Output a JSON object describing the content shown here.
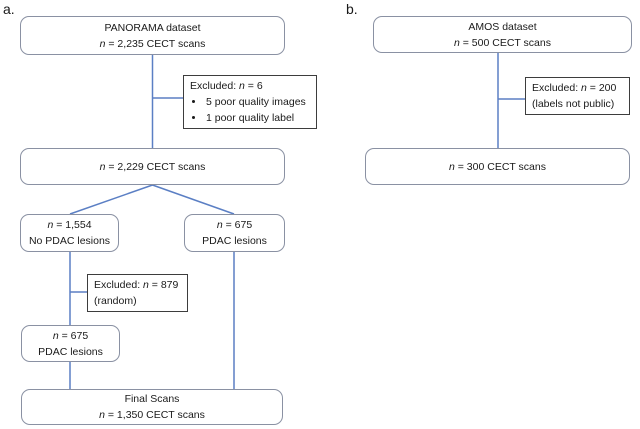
{
  "figure": {
    "panel_a_label": "a.",
    "panel_b_label": "b."
  },
  "panel_a": {
    "panorama": {
      "line1": "PANORAMA dataset",
      "line2": "n = 2,235 CECT scans"
    },
    "excluded_quality": {
      "title": "Excluded: n = 6",
      "bullets": [
        "5 poor quality images",
        "1 poor quality label"
      ]
    },
    "scans_2229": {
      "line1": "n = 2,229 CECT scans"
    },
    "no_pdac": {
      "line1": "n = 1,554",
      "line2": "No PDAC lesions"
    },
    "pdac": {
      "line1": "n = 675",
      "line2": "PDAC lesions"
    },
    "excluded_random": {
      "line1": "Excluded: n = 879",
      "line2": "(random)"
    },
    "pdac_sampled": {
      "line1": "n = 675",
      "line2": "PDAC lesions"
    },
    "final": {
      "line1": "Final Scans",
      "line2": "n = 1,350 CECT scans"
    }
  },
  "panel_b": {
    "amos": {
      "line1": "AMOS dataset",
      "line2": "n = 500 CECT scans"
    },
    "excluded_labels": {
      "line1": "Excluded: n = 200",
      "line2": "(labels not public)"
    },
    "scans_300": {
      "line1": "n = 300 CECT scans"
    }
  },
  "colors": {
    "connector": "#5b7fc4",
    "rounded-border": "#8a91a3",
    "excluded-border": "#3d3d3d",
    "text": "#1a1a1a",
    "background": "#ffffff"
  }
}
